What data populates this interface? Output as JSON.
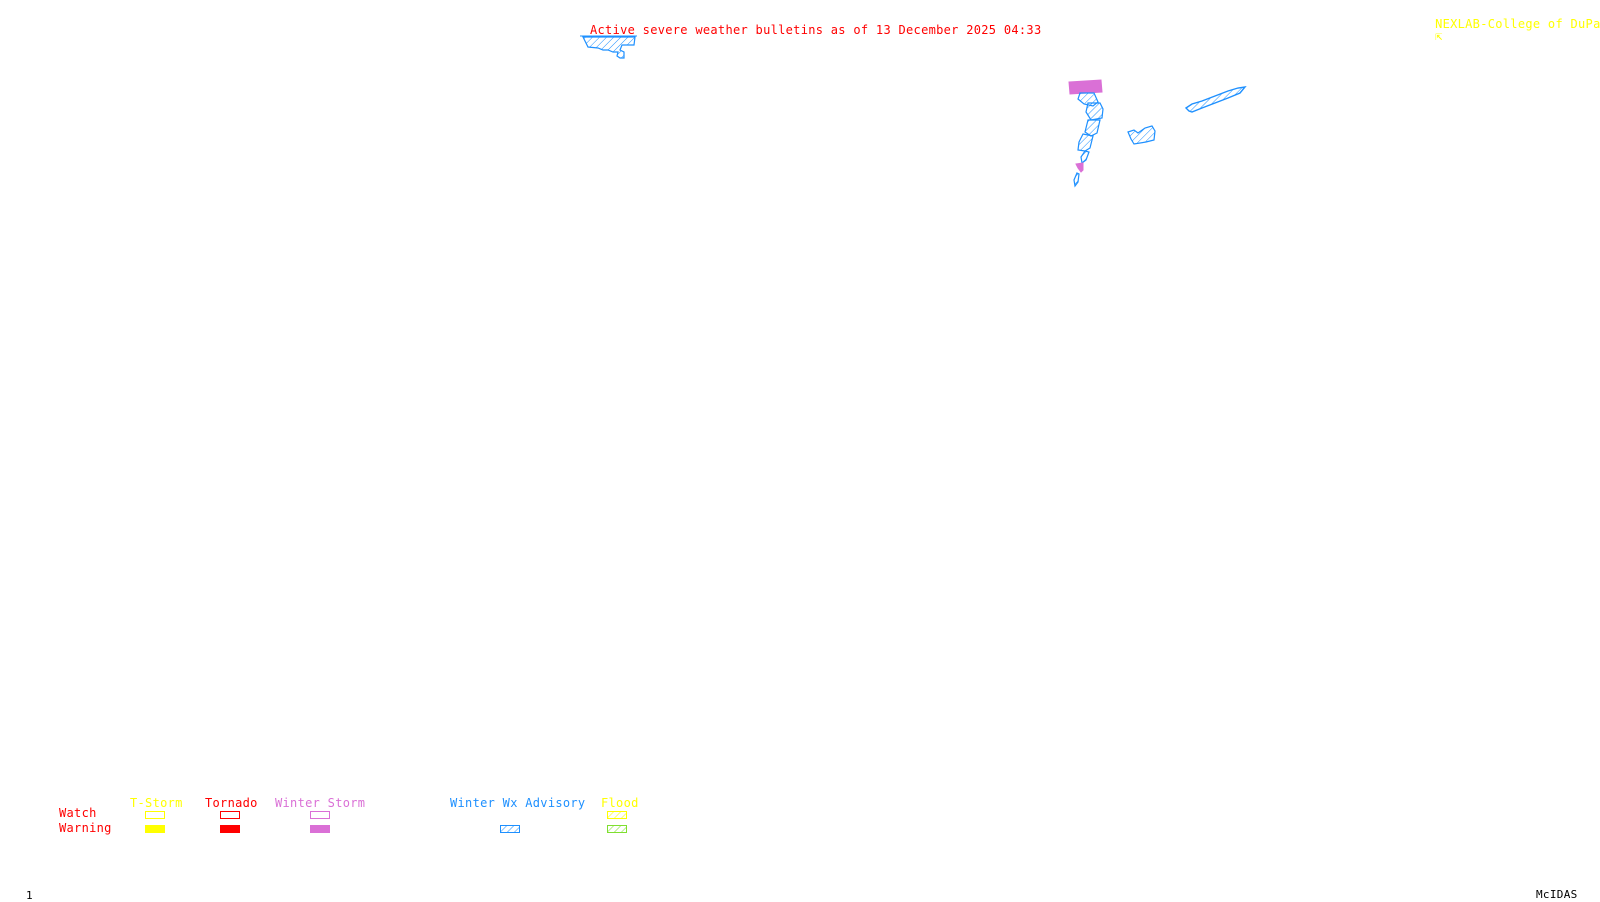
{
  "header": {
    "title": "Active severe weather bulletins as of 13 December 2025 04:33",
    "credit": "NEXLAB-College of DuPage",
    "credit_icon": "arrow-nw-icon"
  },
  "legend": {
    "row_labels": {
      "watch": "Watch",
      "warning": "Warning"
    },
    "categories": [
      {
        "label": "T-Storm",
        "color": "#ffff00",
        "watch": "outline",
        "warning": "solid"
      },
      {
        "label": "Tornado",
        "color": "#ff0000",
        "watch": "outline",
        "warning": "solid"
      },
      {
        "label": "Winter Storm",
        "color": "#da70d6",
        "watch": "outline",
        "warning": "solid"
      },
      {
        "label": "Winter Wx Advisory",
        "color": "#1e90ff",
        "watch": null,
        "warning": "hatched"
      },
      {
        "label": "Flood",
        "color": "#ffff00",
        "warning_color": "#7fdf2f",
        "watch": "hatched",
        "warning": "hatched"
      }
    ]
  },
  "footer": {
    "frame_number": "1",
    "software": "McIDAS"
  },
  "colors": {
    "title": "#ff0000",
    "credit": "#ffff00",
    "advisory": "#1e90ff",
    "winter_storm": "#da70d6",
    "background": "#ffffff"
  },
  "map_features": [
    {
      "type": "Winter Wx Advisory",
      "region": "top-center"
    },
    {
      "type": "Winter Storm Warning",
      "region": "upper-right-north"
    },
    {
      "type": "Winter Wx Advisory",
      "region": "upper-right-chain"
    },
    {
      "type": "Winter Storm Warning",
      "region": "upper-right-small"
    },
    {
      "type": "Winter Wx Advisory",
      "region": "upper-right-middle"
    },
    {
      "type": "Winter Wx Advisory",
      "region": "upper-right-east-elongated"
    }
  ]
}
